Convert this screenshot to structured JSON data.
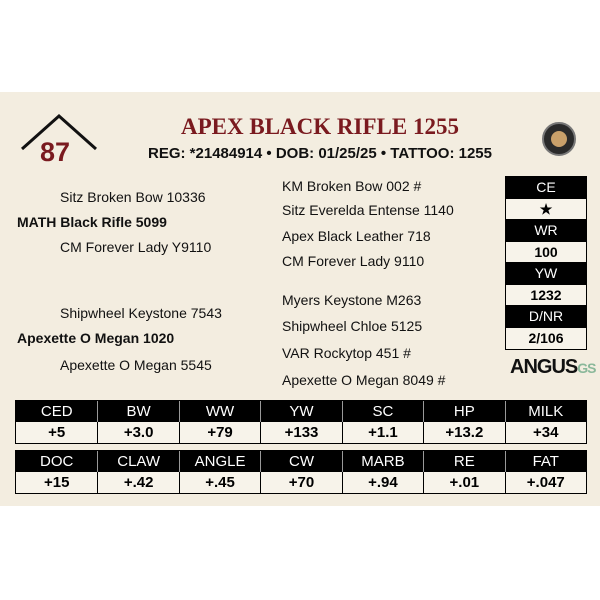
{
  "lot_number": "87",
  "title": "APEX BLACK RIFLE 1255",
  "reg_line": "REG: *21484914 • DOB: 01/25/25 • TATTOO: 1255",
  "colors": {
    "maroon": "#7a1a1f",
    "card_bg": "#f3ede0"
  },
  "pedigree": {
    "sire": "MATH Black Rifle 5099",
    "sire_sire": "Sitz Broken Bow 10336",
    "sire_dam": "CM Forever Lady Y9110",
    "dam": "Apexette O Megan 1020",
    "dam_sire": "Shipwheel Keystone 7543",
    "dam_dam": "Apexette O Megan 5545",
    "third_gen": [
      "KM Broken Bow 002 #",
      "Sitz Everelda Entense 1140",
      "Apex Black Leather 718",
      "CM Forever Lady 9110",
      "Myers Keystone M263",
      "Shipwheel Chloe 5125",
      "VAR Rockytop 451 #",
      "Apexette O Megan 8049 #"
    ]
  },
  "stats": [
    {
      "label": "CE",
      "value": "★"
    },
    {
      "label": "WR",
      "value": "100"
    },
    {
      "label": "YW",
      "value": "1232"
    },
    {
      "label": "D/NR",
      "value": "2/106"
    }
  ],
  "logo": {
    "main": "ANGUS",
    "suffix": "GS"
  },
  "epd_rows": [
    {
      "headers": [
        "CED",
        "BW",
        "WW",
        "YW",
        "SC",
        "HP",
        "MILK"
      ],
      "values": [
        "+5",
        "+3.0",
        "+79",
        "+133",
        "+1.1",
        "+13.2",
        "+34"
      ]
    },
    {
      "headers": [
        "DOC",
        "CLAW",
        "ANGLE",
        "CW",
        "MARB",
        "RE",
        "FAT"
      ],
      "values": [
        "+15",
        "+.42",
        "+.45",
        "+70",
        "+.94",
        "+.01",
        "+.047"
      ]
    }
  ]
}
